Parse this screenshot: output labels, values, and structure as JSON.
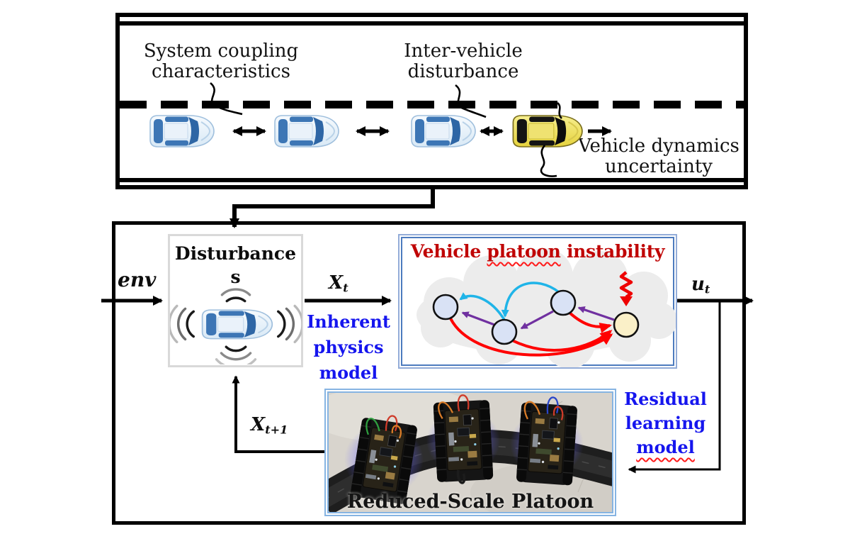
{
  "road": {
    "system_coupling": {
      "line1": "System coupling",
      "line2": "characteristics"
    },
    "inter_vehicle": {
      "line1": "Inter-vehicle",
      "line2": "disturbance"
    },
    "vehicle_dynamics": {
      "line1": "Vehicle dynamics",
      "line2": "uncertainty"
    }
  },
  "blocks": {
    "disturbances": {
      "line1": "Disturbance",
      "line2": "s"
    },
    "instability": {
      "prefix": "Vehicle ",
      "wavy": "platoon",
      "suffix": " instability"
    },
    "inherent": {
      "line1": "Inherent",
      "line2": "physics",
      "line3": "model"
    },
    "residual": {
      "line1": "Residual",
      "line2": "learning",
      "line3": "model"
    },
    "photo_caption": "Reduced-Scale Platoon"
  },
  "signals": {
    "env": "env",
    "xt": {
      "base": "X",
      "sub": "t"
    },
    "ut": {
      "base": "u",
      "sub": "t"
    },
    "xt1": {
      "base": "X",
      "sub": "t+1"
    }
  },
  "colors": {
    "emphasis_blue": "#1515ee",
    "title_red": "#c00505",
    "arrow_red": "#ff0000",
    "arrow_purple": "#7030a0",
    "arrow_cyan": "#1fb4e8",
    "node_blue": "#d9e2f5",
    "node_yellow": "#faf0c8",
    "panel_border_blue": "#4d7bbe",
    "photo_border_blue": "#86b4e2"
  }
}
